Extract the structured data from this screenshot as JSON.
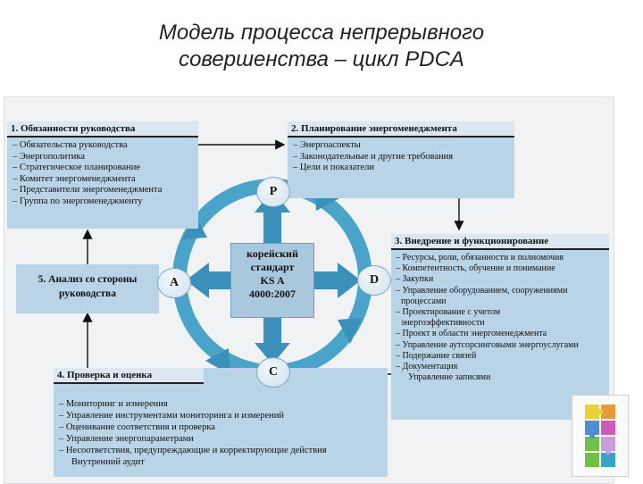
{
  "title": {
    "line1": "Модель  процесса  непрерывного",
    "line2": "совершенства – цикл  PDCA"
  },
  "diagram": {
    "center": {
      "line1": "корейский",
      "line2": "стандарт",
      "line3": "KS A",
      "line4": "4000:2007"
    },
    "phases": {
      "p": "P",
      "d": "D",
      "c": "C",
      "a": "A"
    },
    "box1": {
      "heading": "1. Обязанности руководства",
      "items": [
        "– Обязательства руководства",
        "– Энергополитика",
        "– Стратегическое планирование",
        "– Комитет энергоменеджмента",
        "– Представители энергоменеджмента",
        "– Группа по энергоменеджменту"
      ]
    },
    "box2": {
      "heading": "2. Планирование энергоменеджмента",
      "items": [
        "– Энергоаспекты",
        "– Законодательные и другие требования",
        "– Цели и показатели"
      ]
    },
    "box3": {
      "heading": "3. Внедрение и функционирование",
      "items": [
        "– Ресурсы, роли, обязанности и полномочия",
        "– Компетентность, обучение и понимание",
        "– Закупки",
        "– Управление оборудованием, сооружениями",
        "процессами",
        "– Проектирование с учетом",
        "энергоэффективности",
        "– Проект в области энергоменеджмента",
        "– Управление аутсорсинговыми энергоуслугами",
        "– Подержание связей",
        "– Документация",
        "Управление записями"
      ]
    },
    "box4": {
      "heading": "4. Проверка и оценка",
      "items": [
        "– Мониторинг и измерения",
        "– Управление инструментами мониторинга и измерений",
        "– Оценивание соответствия и проверка",
        "– Управление энергопараметрами",
        "– Несоответствия, предупреждающие и корректирующие действия",
        "Внутренний аудит"
      ]
    },
    "box5": {
      "line1": "5. Анализ со стороны",
      "line2": "руководства"
    }
  },
  "colors": {
    "box": "#b8d4e6",
    "arrow": "#3a90b8",
    "cycle": "#4aa3c8",
    "panel": "#f1f2f4"
  },
  "decor": {
    "icon": "puzzle-icon"
  }
}
